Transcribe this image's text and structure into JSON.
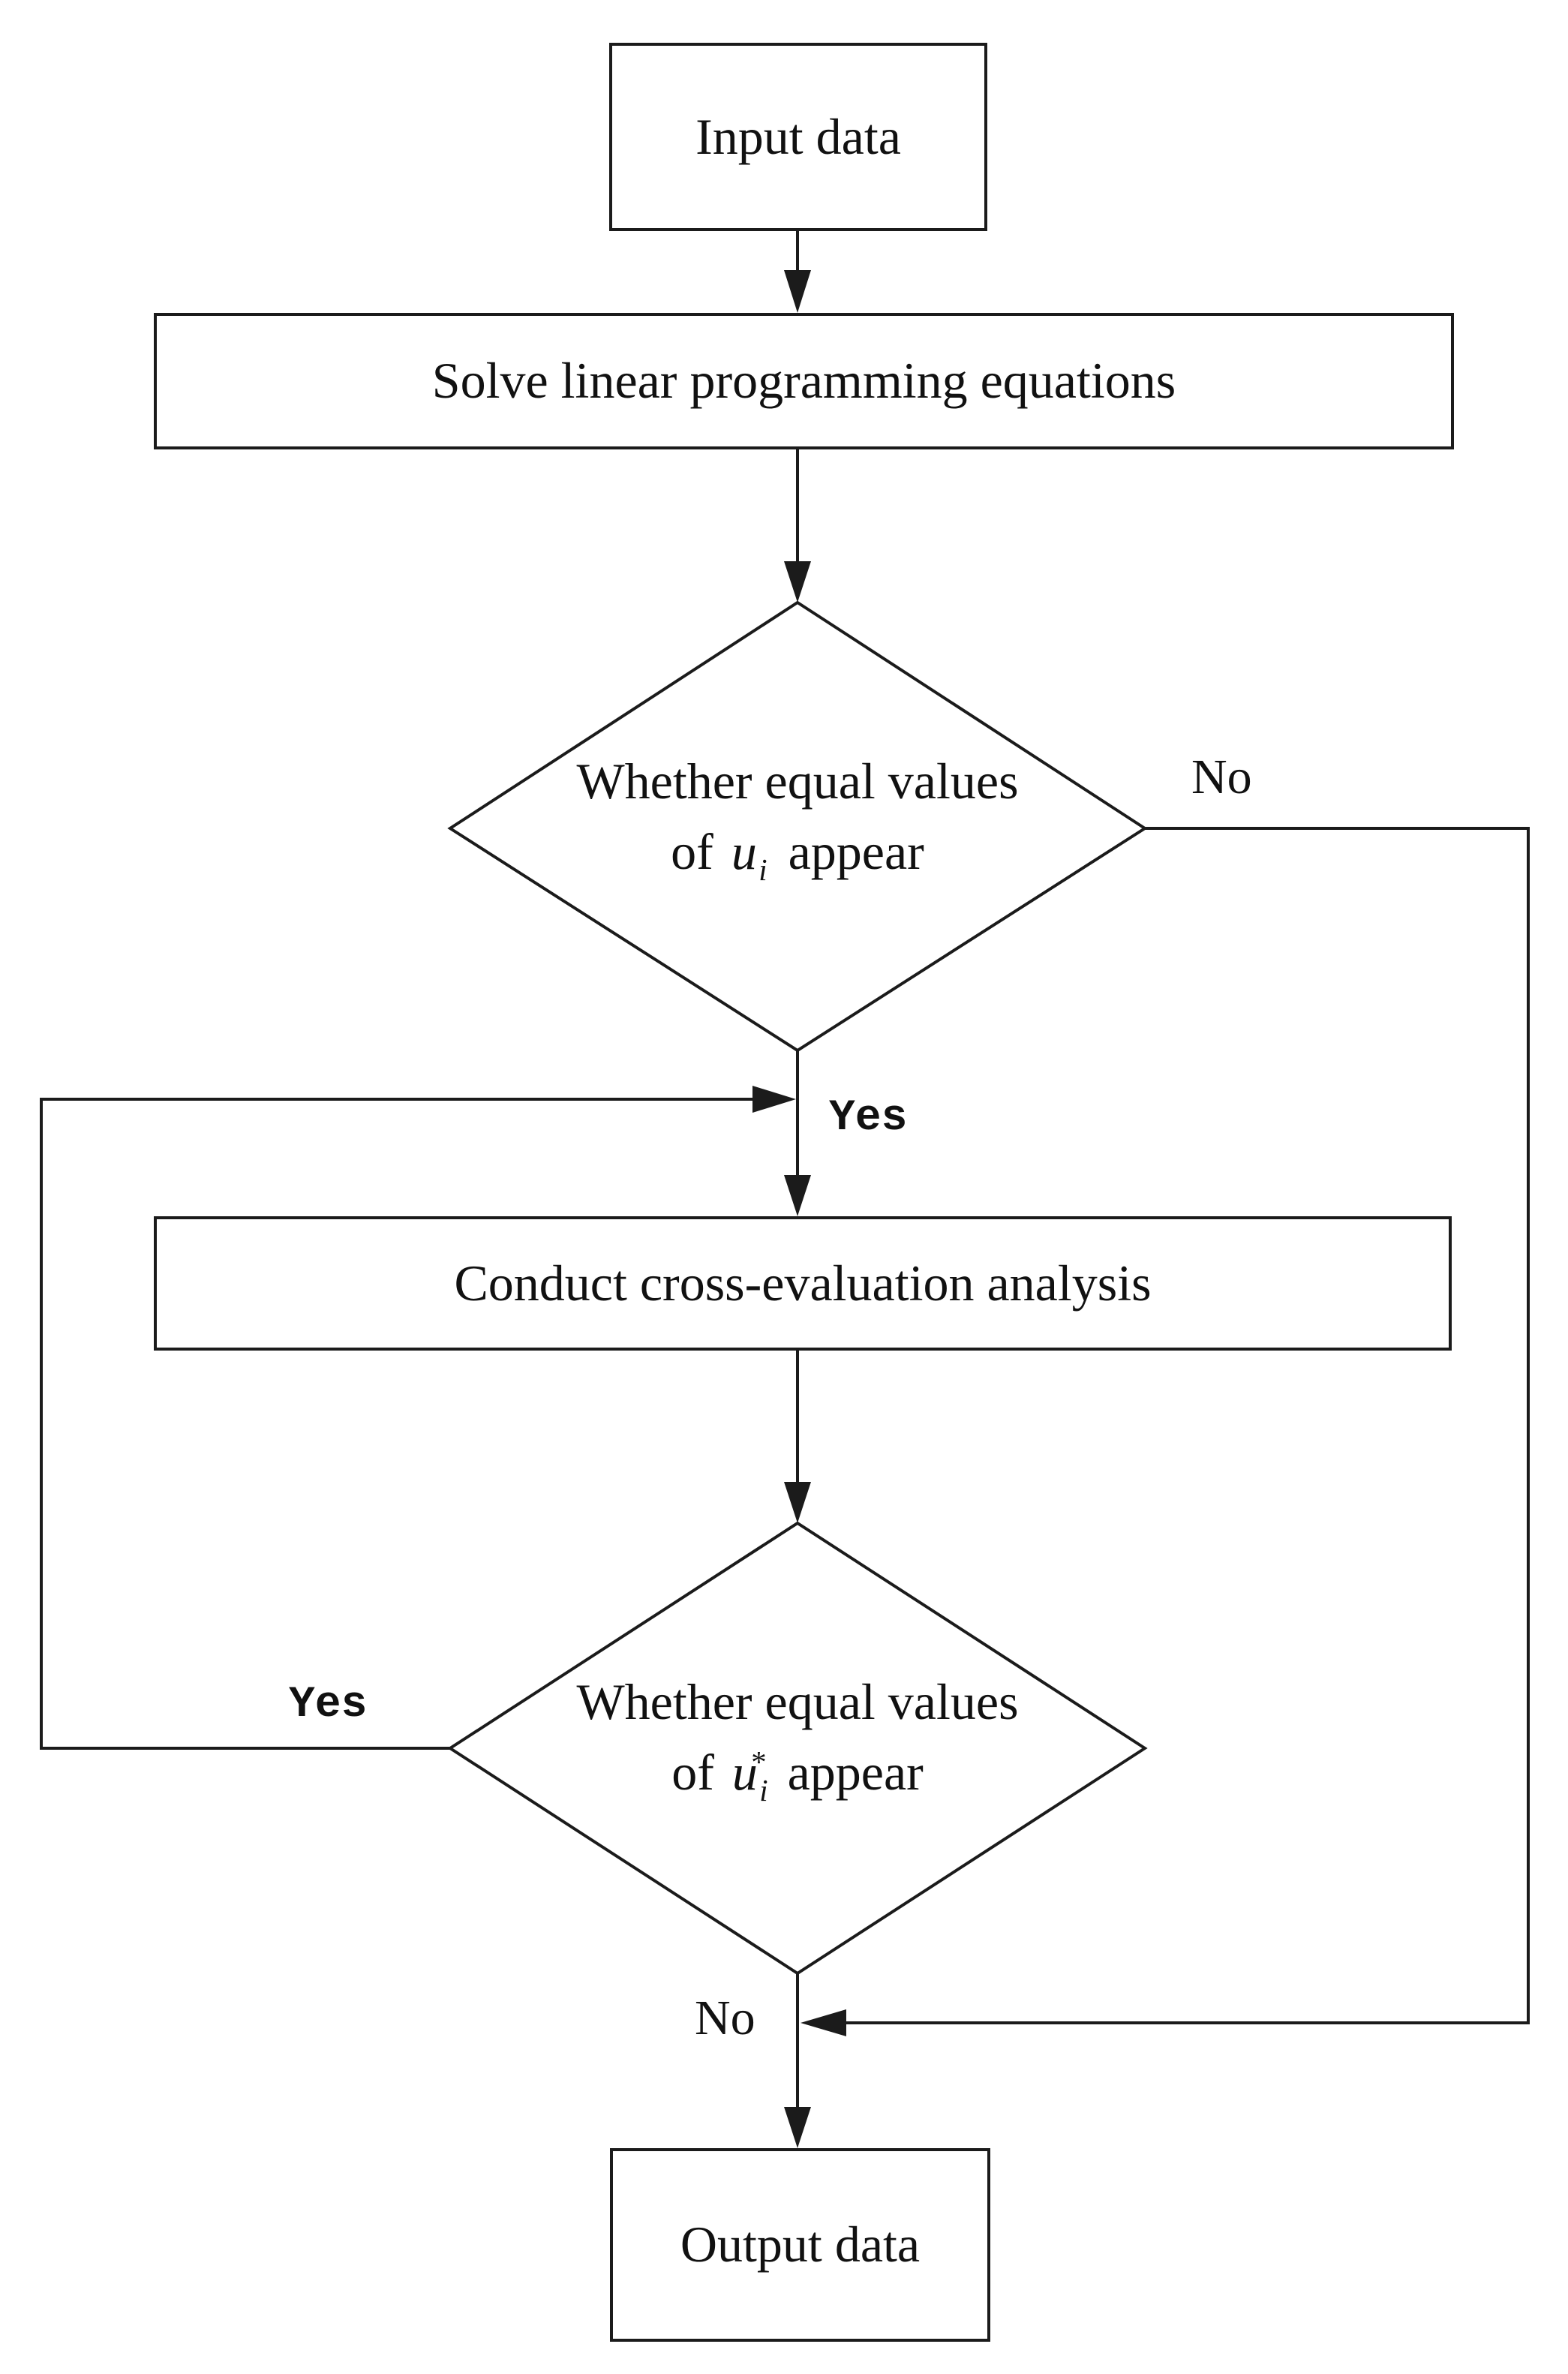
{
  "flowchart": {
    "nodes": {
      "input": {
        "label": "Input data"
      },
      "solve": {
        "label": "Solve linear programming equations"
      },
      "decision1": {
        "line1": "Whether equal values",
        "prefix": "of",
        "var": "u",
        "sub": "i",
        "sup": "",
        "suffix": "appear"
      },
      "conduct": {
        "label": "Conduct cross-evaluation analysis"
      },
      "decision2": {
        "line1": "Whether equal values",
        "prefix": "of",
        "var": "u",
        "sub": "i",
        "sup": "*",
        "suffix": "appear"
      },
      "output": {
        "label": "Output data"
      }
    },
    "edge_labels": {
      "decision1_no": "No",
      "decision1_yes": "Yes",
      "decision2_yes": "Yes",
      "decision2_no": "No"
    },
    "colors": {
      "line": "#1b1b1b",
      "background": "#ffffff",
      "text": "#111111"
    }
  }
}
